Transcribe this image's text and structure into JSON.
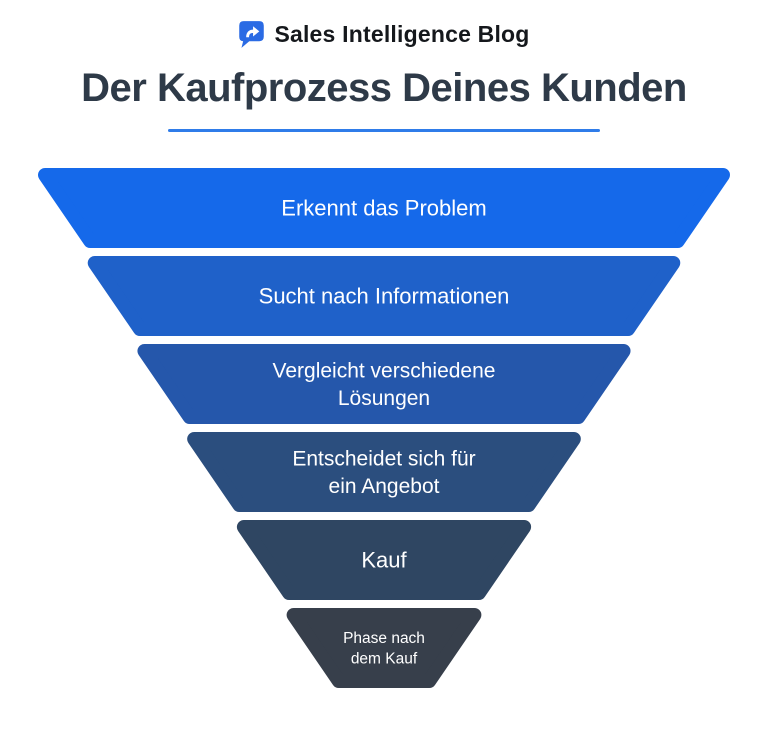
{
  "header": {
    "logo": {
      "icon": "chat-bubble-arrow-icon",
      "icon_color": "#2b6be4",
      "text": "Sales Intelligence Blog",
      "text_color": "#15181c"
    },
    "title": "Der Kaufprozess Deines Kunden",
    "title_color": "#2e3a48",
    "underline_color": "#2f7ce9"
  },
  "funnel": {
    "text_color": "#ffffff",
    "stages": [
      {
        "label": "Erkennt das Problem",
        "lines": [
          "Erkennt das Problem"
        ],
        "color": "#1569ea"
      },
      {
        "label": "Sucht nach Informationen",
        "lines": [
          "Sucht nach Informationen"
        ],
        "color": "#1f61c9"
      },
      {
        "label": "Vergleicht verschiedene Lösungen",
        "lines": [
          "Vergleicht verschiedene",
          "Lösungen"
        ],
        "color": "#2557ab"
      },
      {
        "label": "Entscheidet sich für ein Angebot",
        "lines": [
          "Entscheidet sich für",
          "ein Angebot"
        ],
        "color": "#2b4e7e"
      },
      {
        "label": "Kauf",
        "lines": [
          "Kauf"
        ],
        "color": "#2f4662"
      },
      {
        "label": "Phase nach dem Kauf",
        "lines": [
          "Phase nach",
          "dem Kauf"
        ],
        "color": "#373f4b"
      }
    ]
  }
}
